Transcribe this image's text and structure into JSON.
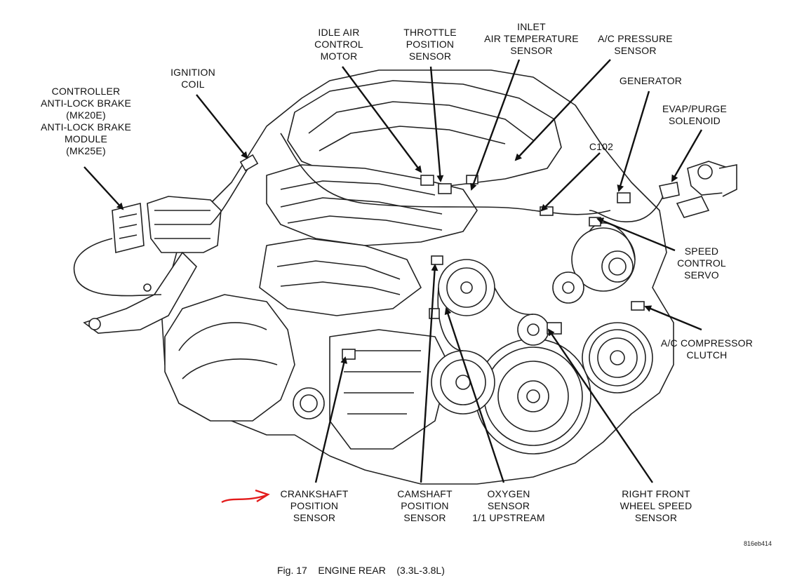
{
  "labels": {
    "controller": "CONTROLLER\nANTI-LOCK BRAKE\n(MK20E)\nANTI-LOCK BRAKE\nMODULE\n(MK25E)",
    "ignition_coil": "IGNITION\nCOIL",
    "idle_air": "IDLE AIR\nCONTROL\nMOTOR",
    "throttle": "THROTTLE\nPOSITION\nSENSOR",
    "inlet_air": "INLET\nAIR TEMPERATURE\nSENSOR",
    "ac_pressure": "A/C PRESSURE\nSENSOR",
    "generator": "GENERATOR",
    "evap": "EVAP/PURGE\nSOLENOID",
    "c102": "C102",
    "speed_control": "SPEED\nCONTROL\nSERVO",
    "ac_compressor": "A/C COMPRESSOR\nCLUTCH",
    "crankshaft": "CRANKSHAFT\nPOSITION\nSENSOR",
    "camshaft": "CAMSHAFT\nPOSITION\nSENSOR",
    "oxygen": "OXYGEN\nSENSOR\n1/1 UPSTREAM",
    "wheel_speed": "RIGHT FRONT\nWHEEL SPEED\nSENSOR"
  },
  "figure_id": "816eb414",
  "caption": "Fig. 17    ENGINE REAR    (3.3L-3.8L)",
  "annotation_color": "#e31b1b"
}
